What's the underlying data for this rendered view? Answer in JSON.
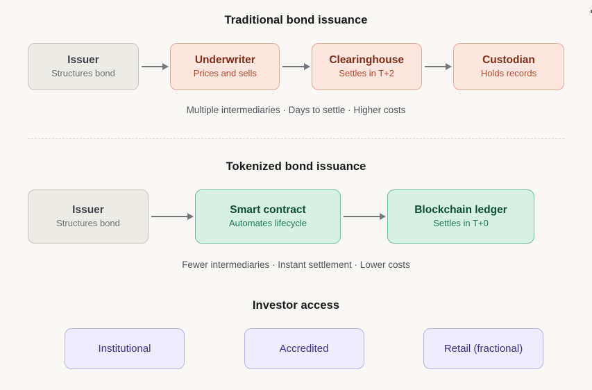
{
  "sections": {
    "traditional": {
      "title": "Traditional bond issuance",
      "caption": "Multiple intermediaries · Days to settle · Higher costs",
      "nodes": [
        {
          "title": "Issuer",
          "sub": "Structures bond",
          "tone": "neutral"
        },
        {
          "title": "Underwriter",
          "sub": "Prices and sells",
          "tone": "salmon"
        },
        {
          "title": "Clearinghouse",
          "sub": "Settles in T+2",
          "tone": "salmon"
        },
        {
          "title": "Custodian",
          "sub": "Holds records",
          "tone": "salmon"
        }
      ]
    },
    "tokenized": {
      "title": "Tokenized bond issuance",
      "caption": "Fewer intermediaries · Instant settlement · Lower costs",
      "nodes": [
        {
          "title": "Issuer",
          "sub": "Structures bond",
          "tone": "neutral"
        },
        {
          "title": "Smart contract",
          "sub": "Automates lifecycle",
          "tone": "mint"
        },
        {
          "title": "Blockchain ledger",
          "sub": "Settles in T+0",
          "tone": "mint"
        }
      ]
    },
    "investor": {
      "title": "Investor access",
      "chips": [
        {
          "label": "Institutional"
        },
        {
          "label": "Accredited"
        },
        {
          "label": "Retail (fractional)"
        }
      ]
    }
  },
  "colors": {
    "background": "#faf8f4",
    "neutral_fill": "#edebe6",
    "neutral_border": "#c9c5bd",
    "salmon_fill": "#fbe6e0",
    "salmon_border": "#e9a894",
    "salmon_title": "#7e2d17",
    "salmon_sub": "#b4492a",
    "mint_fill": "#d7f0e4",
    "mint_border": "#6cc3a0",
    "mint_title": "#0d4d33",
    "mint_sub": "#1d7a51",
    "chip_fill": "#eeecfd",
    "chip_border": "#b9b0ef",
    "chip_text": "#3c2f8f",
    "arrow": "#76767c",
    "heading": "#18181b",
    "caption": "#52525b",
    "divider": "#e3ded4"
  }
}
